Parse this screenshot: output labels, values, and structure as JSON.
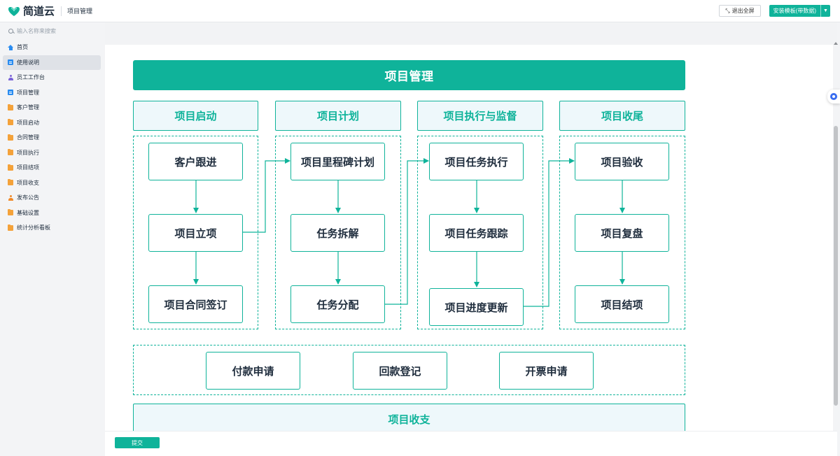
{
  "header": {
    "brand": "简道云",
    "page": "项目管理",
    "exit_fullscreen": "退出全屏",
    "install_template": "安装模板(带数据)"
  },
  "sidebar": {
    "search_placeholder": "输入名称来搜索",
    "items": [
      {
        "label": "首页",
        "icon": "home-icon"
      },
      {
        "label": "使用说明",
        "icon": "document-icon",
        "active": true
      },
      {
        "label": "员工工作台",
        "icon": "user-icon"
      },
      {
        "label": "项目管理",
        "icon": "document-icon"
      },
      {
        "label": "客户管理",
        "icon": "folder-icon"
      },
      {
        "label": "项目启动",
        "icon": "folder-icon"
      },
      {
        "label": "合同管理",
        "icon": "folder-icon"
      },
      {
        "label": "项目执行",
        "icon": "folder-icon"
      },
      {
        "label": "项目结项",
        "icon": "folder-icon"
      },
      {
        "label": "项目收支",
        "icon": "folder-icon"
      },
      {
        "label": "发布公告",
        "icon": "person-icon"
      },
      {
        "label": "基础设置",
        "icon": "folder-icon"
      },
      {
        "label": "统计分析看板",
        "icon": "folder-icon"
      }
    ]
  },
  "diagram": {
    "title": "项目管理",
    "phases": [
      "项目启动",
      "项目计划",
      "项目执行与监督",
      "项目收尾"
    ],
    "columns": [
      [
        "客户跟进",
        "项目立项",
        "项目合同签订"
      ],
      [
        "项目里程碑计划",
        "任务拆解",
        "任务分配"
      ],
      [
        "项目任务执行",
        "项目任务跟踪",
        "项目进度更新"
      ],
      [
        "项目验收",
        "项目复盘",
        "项目结项"
      ]
    ],
    "finance": [
      "付款申请",
      "回款登记",
      "开票申请"
    ],
    "bottom_phase": "项目收支",
    "colors": {
      "accent": "#0fb39a",
      "phase_bg": "#eef8fb"
    }
  },
  "footer": {
    "submit": "提交"
  }
}
